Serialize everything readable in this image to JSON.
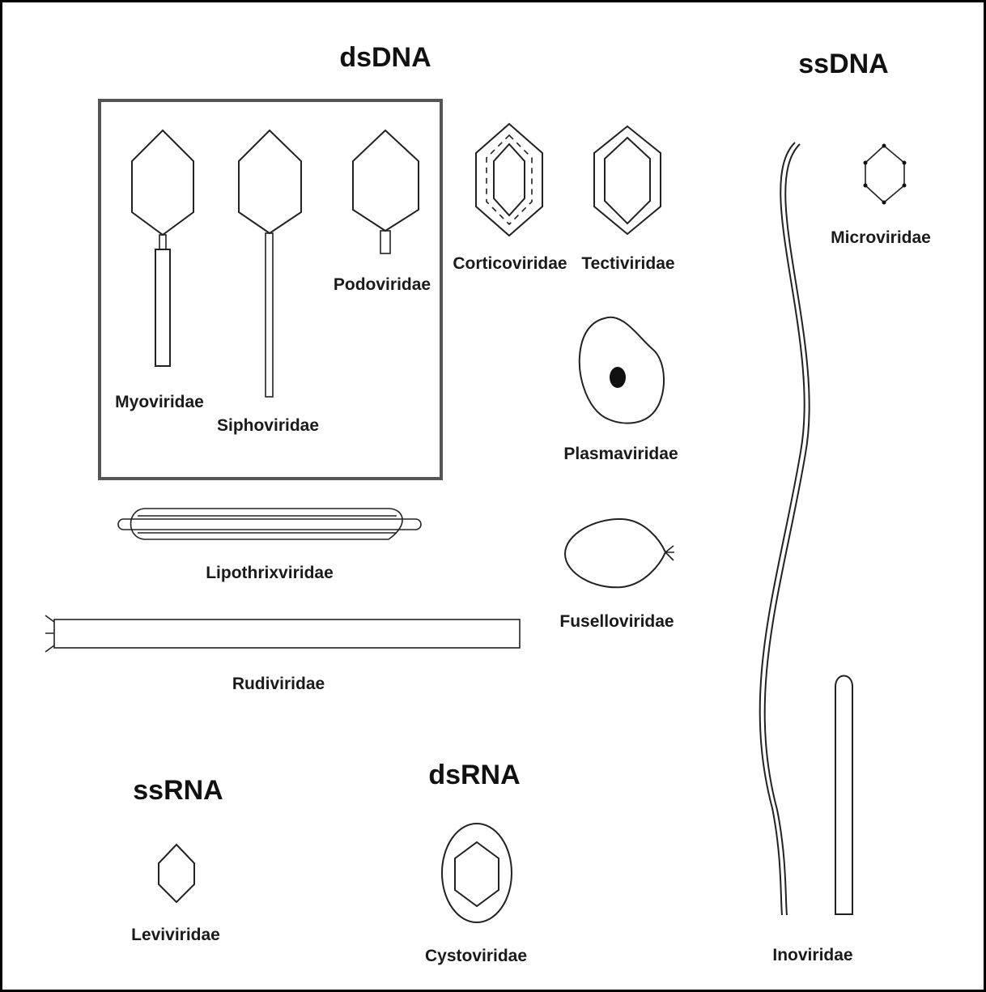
{
  "groups": {
    "dsdna": "dsDNA",
    "ssdna": "ssDNA",
    "ssrna": "ssRNA",
    "dsrna": "dsRNA"
  },
  "families": {
    "myoviridae": "Myoviridae",
    "siphoviridae": "Siphoviridae",
    "podoviridae": "Podoviridae",
    "corticoviridae": "Corticoviridae",
    "tectiviridae": "Tectiviridae",
    "microviridae": "Microviridae",
    "plasmaviridae": "Plasmaviridae",
    "lipothrixviridae": "Lipothrixviridae",
    "fuselloviridae": "Fuselloviridae",
    "rudiviridae": "Rudiviridae",
    "leviviridae": "Leviviridae",
    "cystoviridae": "Cystoviridae",
    "inoviridae": "Inoviridae"
  },
  "colors": {
    "ink": "#222222",
    "background": "#ffffff"
  }
}
